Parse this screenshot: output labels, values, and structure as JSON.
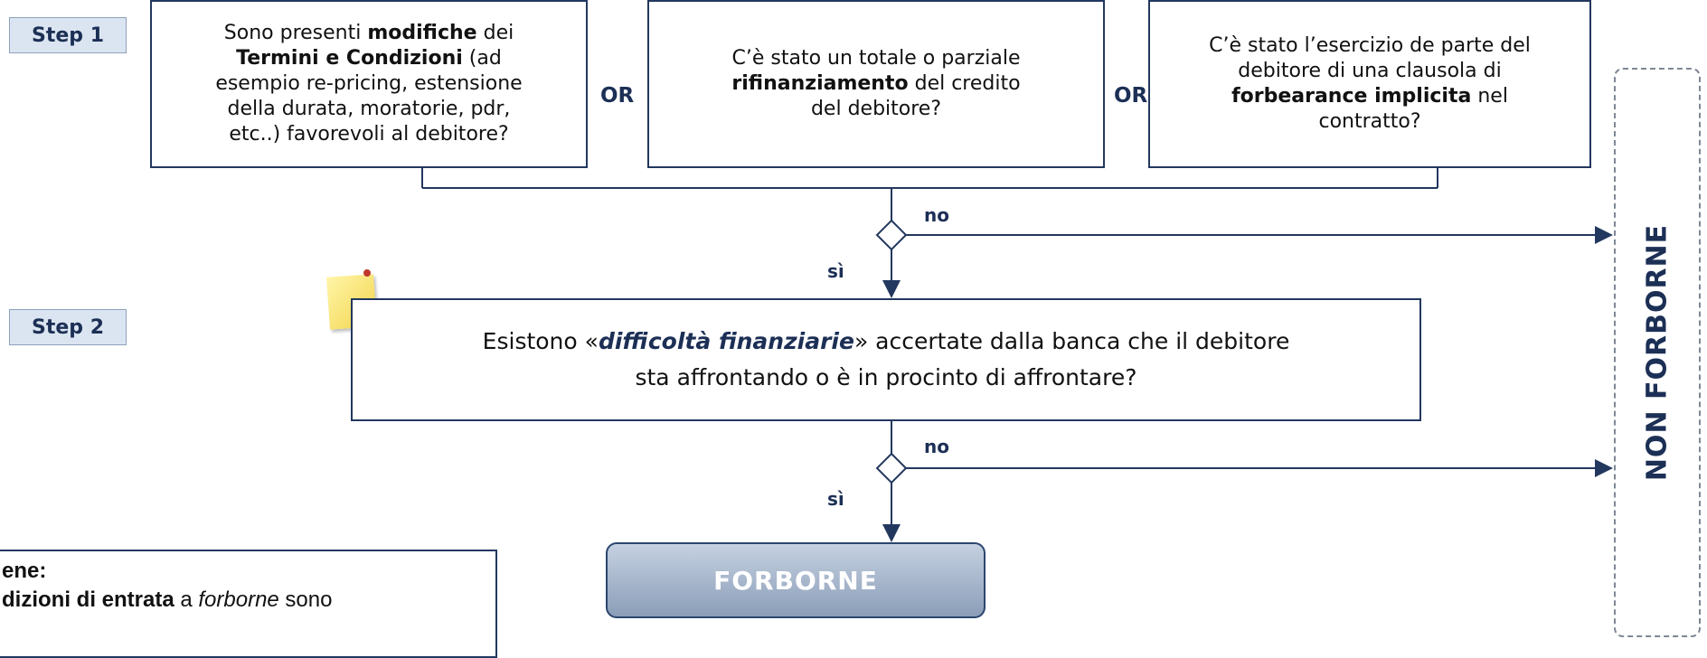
{
  "step1": {
    "tag": "Step 1"
  },
  "step2": {
    "tag": "Step 2"
  },
  "box1": {
    "l1_pre": "Sono presenti ",
    "l1_bold": "modifiche",
    "l1_post": " dei",
    "l2_bold": "Termini e Condizioni",
    "l2_post": " (ad",
    "l3": "esempio re-pricing, estensione",
    "l4": "della durata, moratorie, pdr,",
    "l5": "etc..) favorevoli al debitore?"
  },
  "box2": {
    "l1": "C’è stato un totale o parziale",
    "l2_bold": "rifinanziamento",
    "l2_post": " del credito",
    "l3": "del debitore?"
  },
  "box3": {
    "l1": "C’è stato l’esercizio de parte del",
    "l2": "debitore di una clausola di",
    "l3_bold": "forbearance implicita",
    "l3_post": " nel",
    "l4": "contratto?"
  },
  "or_label": "OR",
  "decision": {
    "no": "no",
    "yes": "sì"
  },
  "step2_box": {
    "pre": "Esistono «",
    "em": "difficoltà finanziarie",
    "post": "» accertate dalla banca che il debitore",
    "l2": "sta affrontando o è in procinto di affrontare?"
  },
  "forborne_label": "FORBORNE",
  "non_forborne_label": "NON FORBORNE",
  "note": {
    "title": "ene:",
    "l2_bold": "dizioni di entrata",
    "l2_mid": " a ",
    "l2_ital": "forborne",
    "l2_post": " sono"
  },
  "colors": {
    "navy": "#23385f",
    "tag_bg": "#dbe5f1",
    "forborne_fill": "#a9b8cc"
  }
}
